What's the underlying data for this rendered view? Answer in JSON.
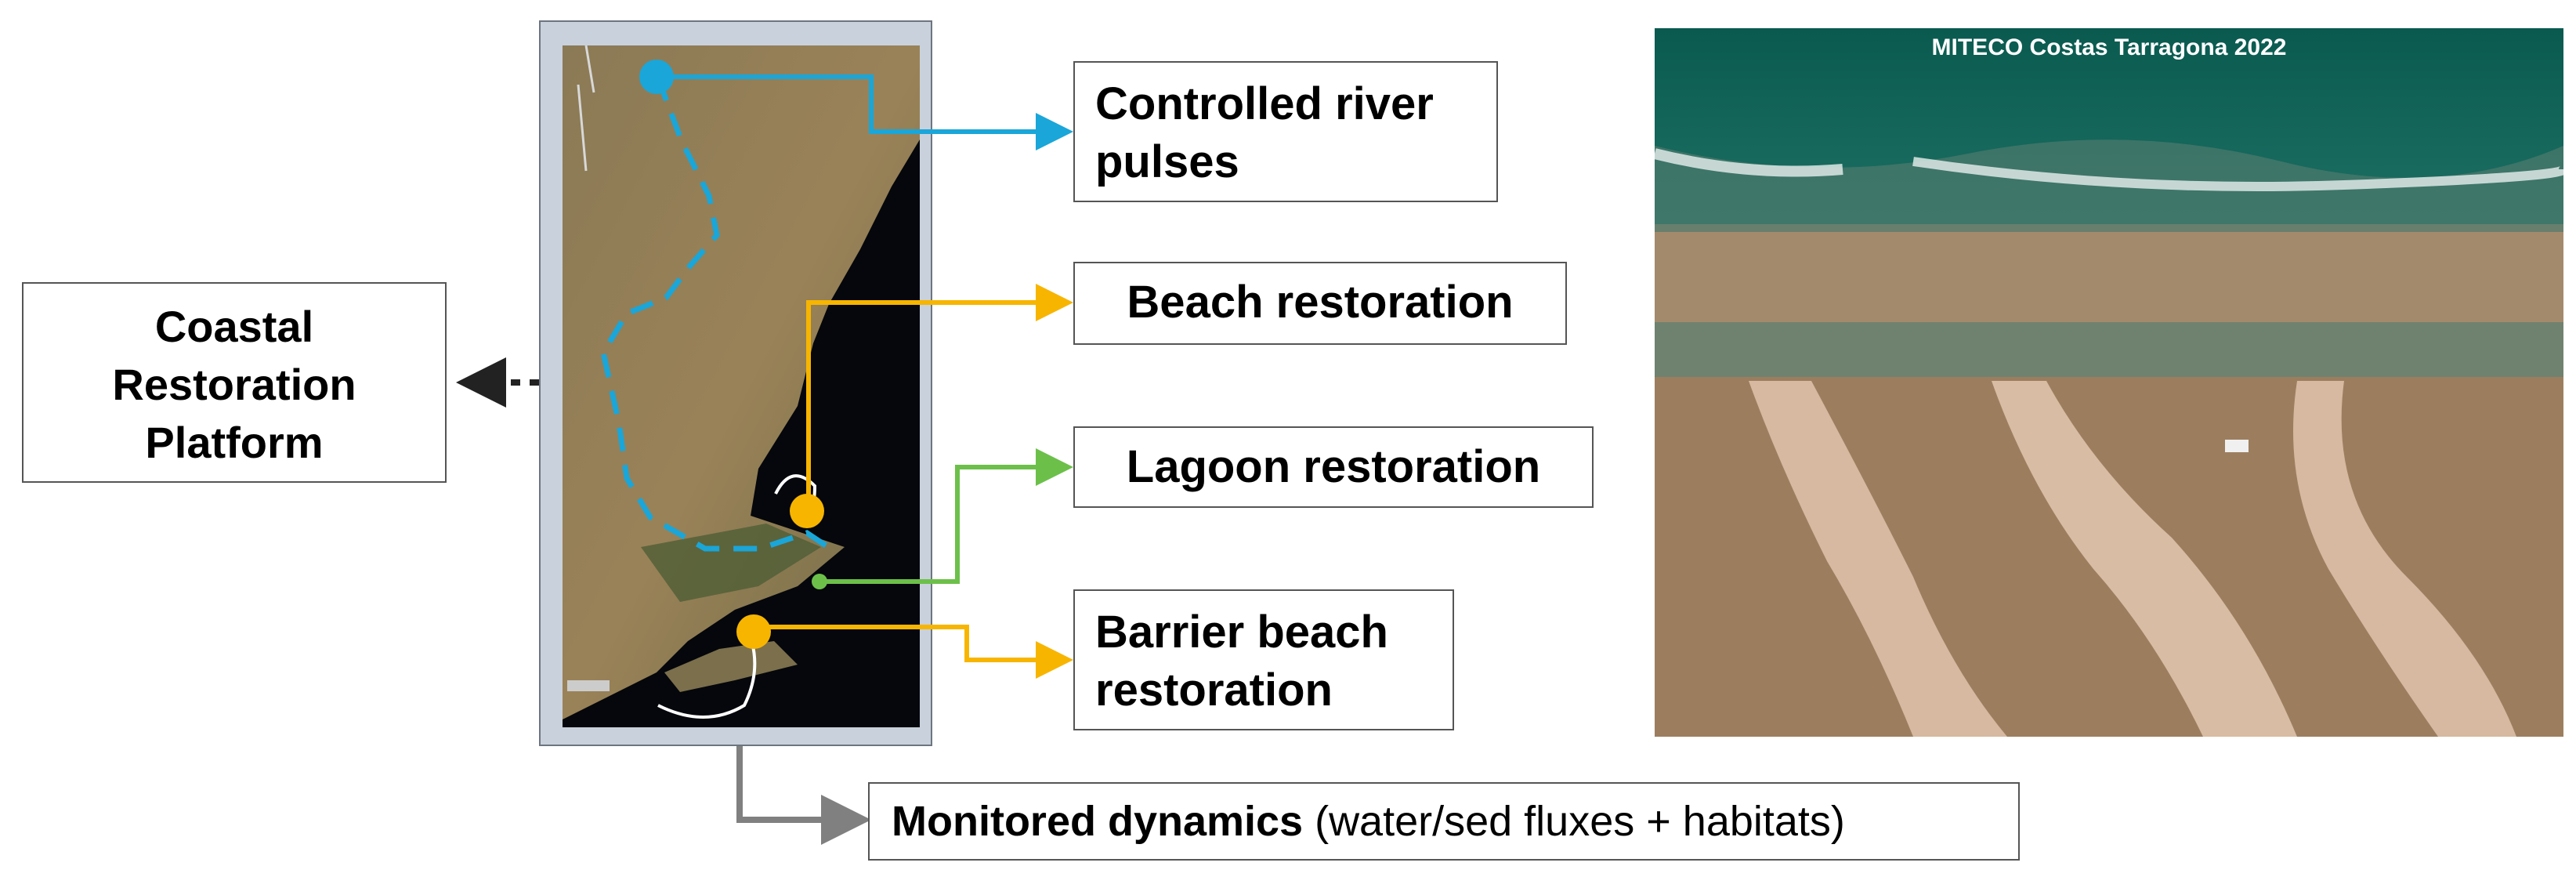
{
  "platform": {
    "line1": "Coastal",
    "line2": "Restoration",
    "line3": "Platform"
  },
  "actions": {
    "river": {
      "line1": "Controlled river",
      "line2": "pulses"
    },
    "beach": "Beach restoration",
    "lagoon": "Lagoon restoration",
    "barrier": {
      "line1": "Barrier beach",
      "line2": "restoration"
    }
  },
  "monitoring": {
    "bold": "Monitored dynamics",
    "regular": " (water/sed fluxes + habitats)"
  },
  "photo": {
    "caption": "MITECO Costas Tarragona 2022"
  },
  "colors": {
    "river": "#1aa6d8",
    "beach": "#f7b500",
    "lagoon": "#6cc04a",
    "monitor": "#808080",
    "platform_arrow": "#222222"
  }
}
